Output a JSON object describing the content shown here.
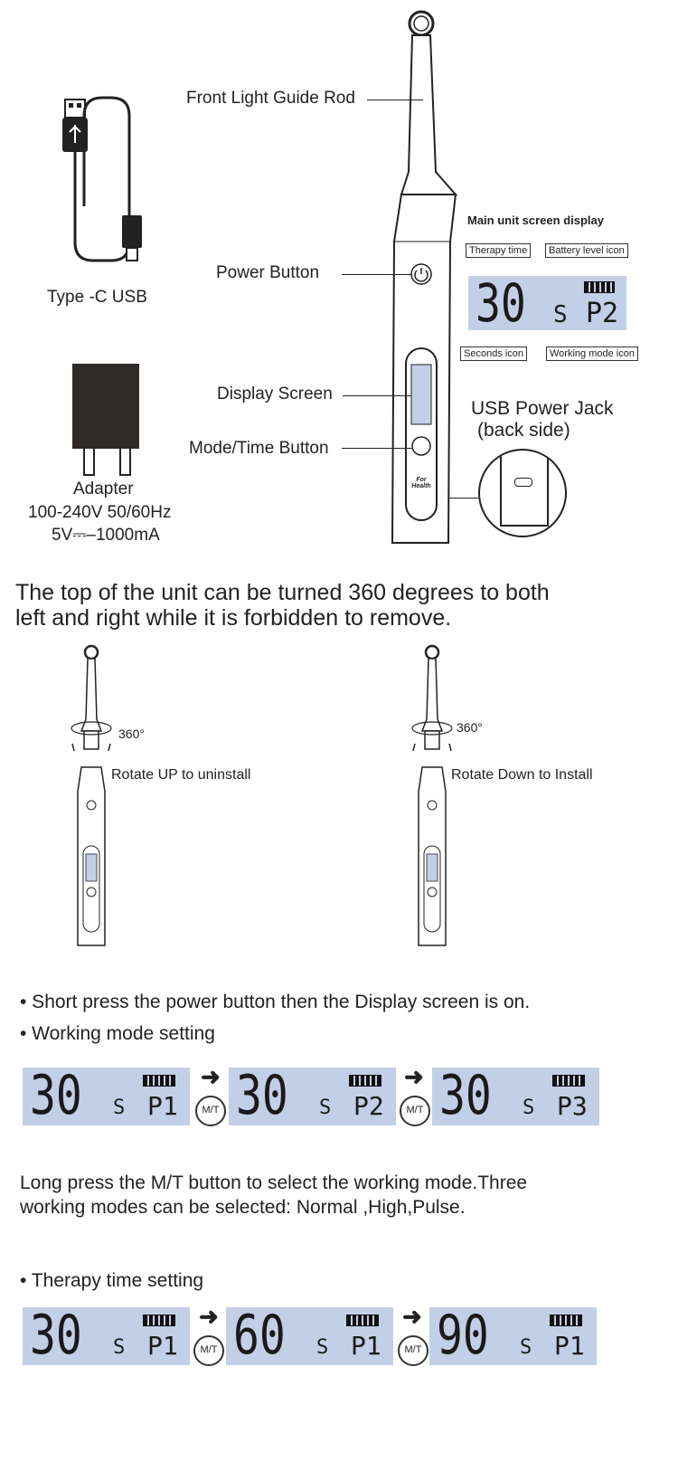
{
  "labels": {
    "front_light_guide_rod": "Front Light Guide Rod",
    "power_button": "Power Button",
    "display_screen": "Display Screen",
    "mode_time_button": "Mode/Time Button",
    "usb_power_jack": "USB Power Jack",
    "usb_back_side": "(back side)",
    "type_c": "Type -C USB",
    "adapter": "Adapter",
    "adapter_voltage": "100-240V 50/60Hz",
    "adapter_current": "5V⎓–1000mA",
    "for_health": "For Health"
  },
  "screen_display": {
    "title": "Main unit screen display",
    "therapy_time": "Therapy time",
    "battery_level": "Battery level icon",
    "seconds_icon": "Seconds icon",
    "working_mode_icon": "Working mode icon",
    "time_value": "30",
    "seconds": "S",
    "mode": "P2"
  },
  "rotation": {
    "intro_line1": "The top of the unit can be turned 360 degrees to both",
    "intro_line2": "left and right while it is forbidden to remove.",
    "degree": "360°",
    "up_label": "Rotate UP to uninstall",
    "down_label": "Rotate Down to Install"
  },
  "instructions": {
    "bullet1": "• Short press the power button then the Display screen is on.",
    "bullet2": "• Working mode setting",
    "mode_para_line1": "Long press the M/T button to select the working mode.Three",
    "mode_para_line2": "working modes can be selected: Normal ,High,Pulse.",
    "bullet3": "• Therapy time setting"
  },
  "mode_row": [
    {
      "time": "30",
      "s": "S",
      "mode": "P1"
    },
    {
      "time": "30",
      "s": "S",
      "mode": "P2"
    },
    {
      "time": "30",
      "s": "S",
      "mode": "P3"
    }
  ],
  "time_row": [
    {
      "time": "30",
      "s": "S",
      "mode": "P1"
    },
    {
      "time": "60",
      "s": "S",
      "mode": "P1"
    },
    {
      "time": "90",
      "s": "S",
      "mode": "P1"
    }
  ],
  "mt_label": "M/T",
  "colors": {
    "lcd_bg": "#c3cfe7",
    "device_outline": "#333333"
  }
}
